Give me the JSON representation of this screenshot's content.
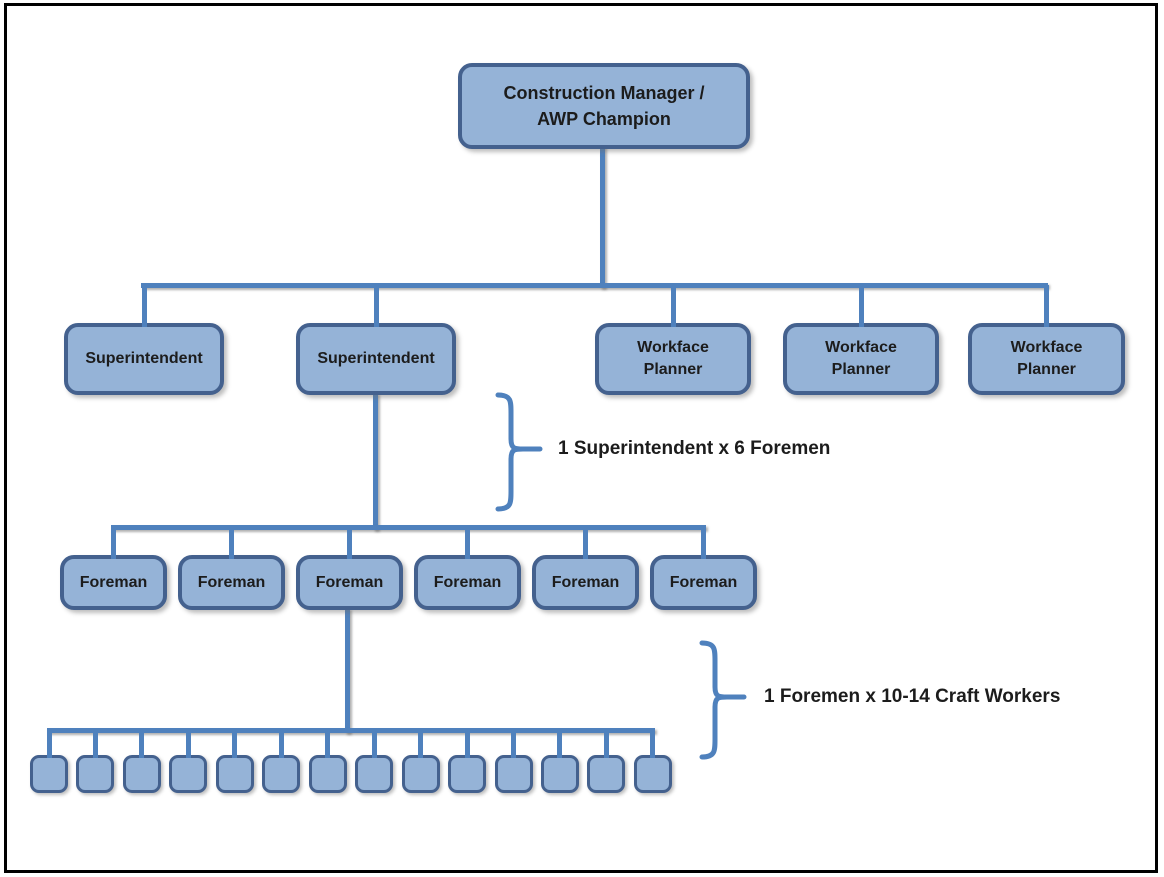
{
  "colors": {
    "box_fill": "#95b3d7",
    "box_border": "#44618e",
    "connector_line": "#4f81bd",
    "text": "#1c1c1c",
    "frame_border": "#000000",
    "background": "#ffffff"
  },
  "org_chart": {
    "root": {
      "label": "Construction Manager /\nAWP Champion"
    },
    "level2": [
      {
        "label": "Superintendent"
      },
      {
        "label": "Superintendent"
      },
      {
        "label": "Workface Planner"
      },
      {
        "label": "Workface Planner"
      },
      {
        "label": "Workface Planner"
      }
    ],
    "foremen": [
      {
        "label": "Foreman"
      },
      {
        "label": "Foreman"
      },
      {
        "label": "Foreman"
      },
      {
        "label": "Foreman"
      },
      {
        "label": "Foreman"
      },
      {
        "label": "Foreman"
      }
    ],
    "craft_workers": {
      "count": 14,
      "label": ""
    },
    "annotations": [
      {
        "label": "1 Superintendent x 6 Foremen"
      },
      {
        "label": "1 Foremen x 10-14 Craft Workers"
      }
    ]
  }
}
